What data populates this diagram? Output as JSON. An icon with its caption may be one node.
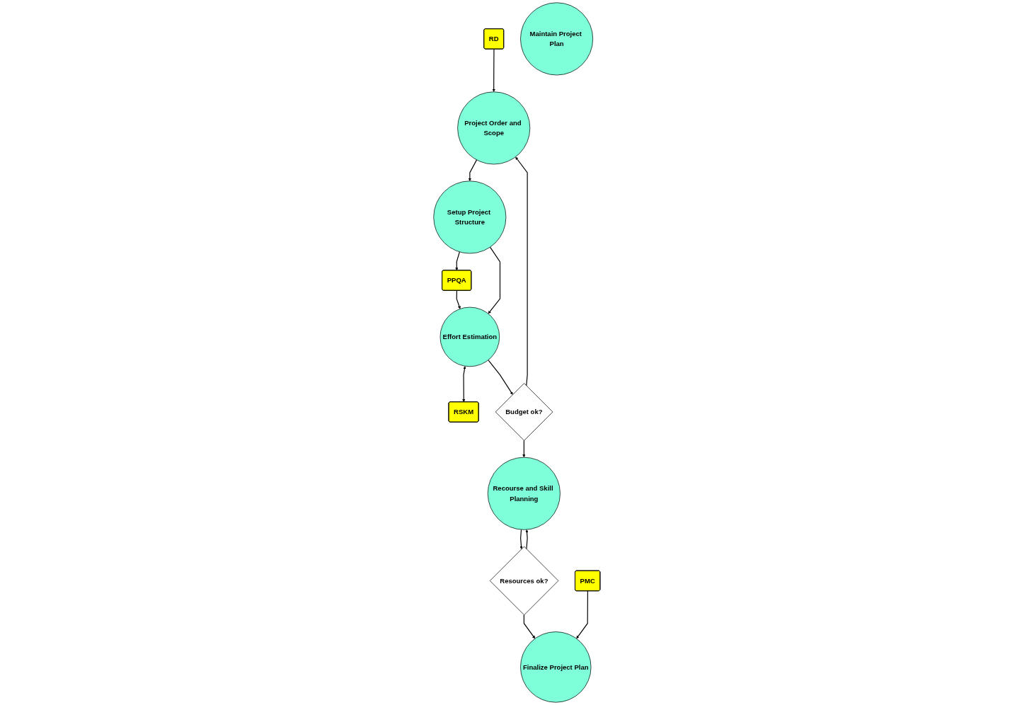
{
  "diagram": {
    "nodes": [
      {
        "text": [
          "RD"
        ]
      },
      {
        "text": [
          "PPQA"
        ]
      },
      {
        "text": [
          "RSKM"
        ]
      },
      {
        "text": [
          "Project Order and Scope"
        ]
      },
      {
        "text": [
          "Setup Project Structure"
        ]
      },
      {
        "text": [
          "Effort Estimation"
        ]
      },
      {
        "text": [
          "Budget ok?"
        ]
      },
      {
        "text": [
          "Maintain Project Plan"
        ]
      },
      {
        "text": [
          "Resources ok?"
        ]
      },
      {
        "text": [
          "Recourse and Skill Planning"
        ]
      },
      {
        "text": [
          "PMC"
        ]
      },
      {
        "text": [
          "Finalize Project Plan"
        ]
      }
    ],
    "edges": [
      {
        "from": 0,
        "to": 3,
        "arrow": "to"
      },
      {
        "from": 3,
        "to": 4,
        "arrow": "to"
      },
      {
        "from": 4,
        "to": 1,
        "arrow": "to"
      },
      {
        "from": 1,
        "to": 5,
        "arrow": "to"
      },
      {
        "from": 5,
        "to": 2,
        "arrow": "both"
      },
      {
        "from": 4,
        "to": 5,
        "arrow": "to"
      },
      {
        "from": 5,
        "to": 6,
        "arrow": "to"
      },
      {
        "from": 6,
        "to": 3,
        "arrow": "to"
      },
      {
        "from": 6,
        "to": 9,
        "arrow": "to"
      },
      {
        "from": 9,
        "to": 8,
        "arrow": "to"
      },
      {
        "from": 8,
        "to": 9,
        "arrow": "to"
      },
      {
        "from": 8,
        "to": 11,
        "arrow": "to"
      },
      {
        "from": 10,
        "to": 11,
        "arrow": "to"
      }
    ]
  }
}
